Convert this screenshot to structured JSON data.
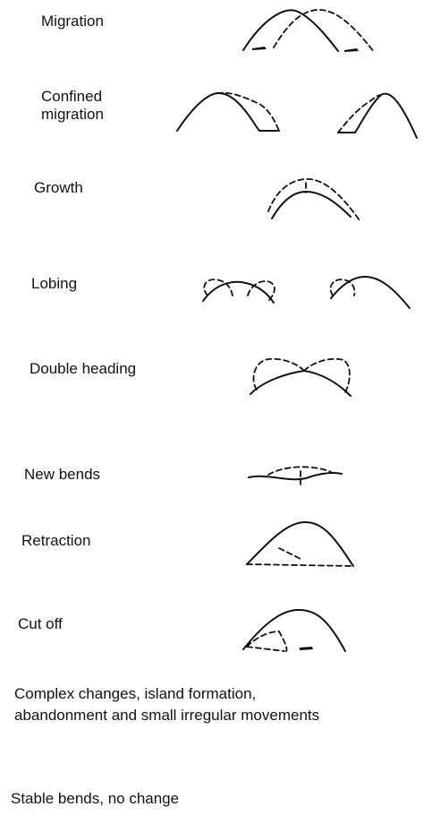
{
  "rows": [
    {
      "id": "migration",
      "label": "Migration"
    },
    {
      "id": "confined-migration",
      "label": "Confined\nmigration"
    },
    {
      "id": "growth",
      "label": "Growth"
    },
    {
      "id": "lobing",
      "label": "Lobing"
    },
    {
      "id": "double-heading",
      "label": "Double heading"
    },
    {
      "id": "new-bends",
      "label": "New bends"
    },
    {
      "id": "retraction",
      "label": "Retraction"
    },
    {
      "id": "cut-off",
      "label": "Cut off"
    }
  ],
  "notes": {
    "complex": "Complex changes, island formation, abandonment and small irregular movements",
    "stable": "Stable bends, no change"
  }
}
